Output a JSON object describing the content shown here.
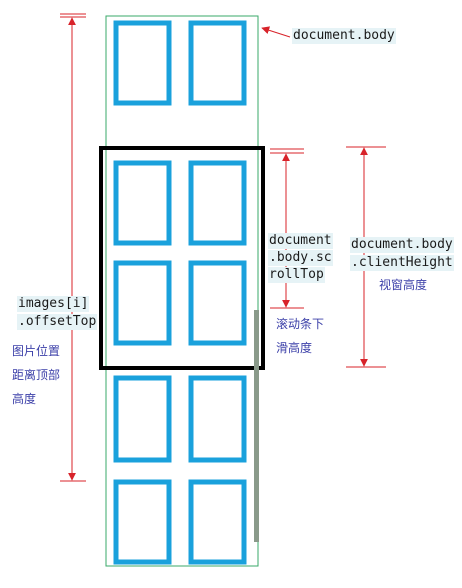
{
  "colors": {
    "image_border": "#1aa1dc",
    "body_outline": "#3aa86a",
    "viewport_border": "#000000",
    "arrow": "#d8232a",
    "scrollbar": "#8a9a8a",
    "code_label_bg": "#e6f3f6",
    "chinese_text": "#3b3fa8"
  },
  "labels": {
    "body": "document.body",
    "scrolltop_line1": "document",
    "scrolltop_line2": ".body.sc",
    "scrolltop_line3": "rollTop",
    "scrolltop_cn_line1": "滚动条下",
    "scrolltop_cn_line2": "滑高度",
    "clientheight_line1": "document.body",
    "clientheight_line2": ".clientHeight",
    "clientheight_cn": "视窗高度",
    "offsettop_line1": "images[i]",
    "offsettop_line2": ".offsetTop",
    "offsettop_cn_line1": "图片位置",
    "offsettop_cn_line2": "距离顶部",
    "offsettop_cn_line3": "高度"
  }
}
